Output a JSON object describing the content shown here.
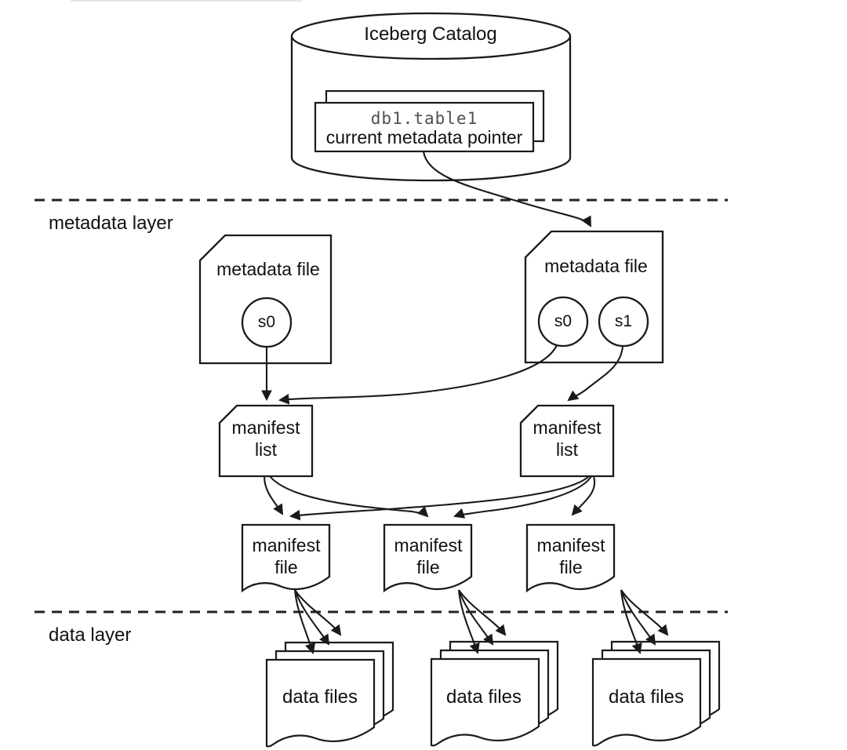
{
  "catalog": {
    "title": "Iceberg Catalog",
    "table_id": "db1.table1",
    "pointer_label": "current metadata pointer"
  },
  "layers": {
    "metadata_label": "metadata layer",
    "data_label": "data layer"
  },
  "metadata_files": [
    {
      "label": "metadata file",
      "snapshots": [
        "s0"
      ]
    },
    {
      "label": "metadata file",
      "snapshots": [
        "s0",
        "s1"
      ]
    }
  ],
  "manifest_lists": [
    {
      "label": "manifest list"
    },
    {
      "label": "manifest list"
    }
  ],
  "manifest_files": [
    {
      "label": "manifest file"
    },
    {
      "label": "manifest file"
    },
    {
      "label": "manifest file"
    }
  ],
  "data_file_stacks": [
    {
      "label": "data files"
    },
    {
      "label": "data files"
    },
    {
      "label": "data files"
    }
  ],
  "colors": {
    "line": "#1a1a1a",
    "text": "#111111",
    "table_id_text": "#4f4f4f",
    "background": "#ffffff"
  }
}
